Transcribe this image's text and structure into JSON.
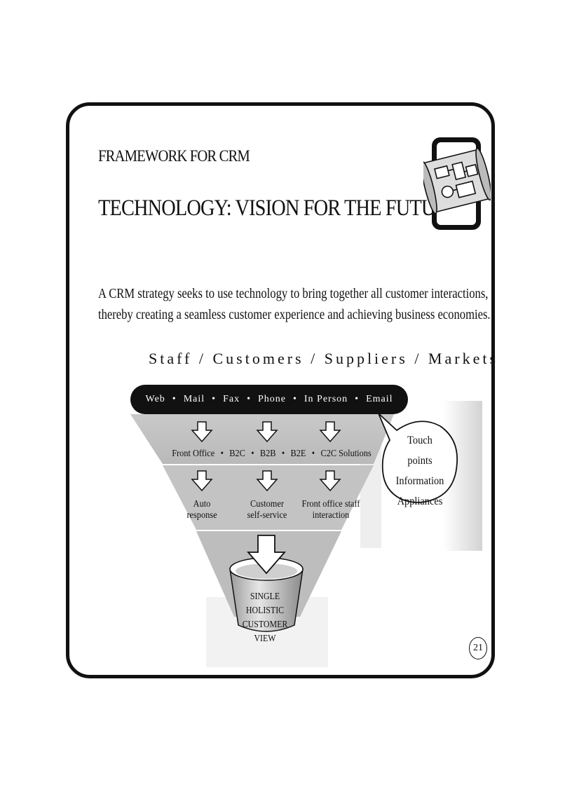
{
  "header": {
    "subtitle": "FRAMEWORK FOR CRM",
    "title": "TECHNOLOGY: VISION FOR THE FUTURE"
  },
  "intro": {
    "line1": "A CRM strategy seeks to use technology to bring together all customer interactions,",
    "line2": "thereby creating a seamless customer experience and achieving business economies."
  },
  "diagram": {
    "stakeholders": "Staff / Customers / Suppliers / Markets",
    "channels": [
      "Web",
      "Mail",
      "Fax",
      "Phone",
      "In Person",
      "Email"
    ],
    "separator": "•",
    "solutions": [
      "Front Office",
      "B2C",
      "B2B",
      "B2E",
      "C2C Solutions"
    ],
    "responses": [
      {
        "line1": "Auto",
        "line2": "response"
      },
      {
        "line1": "Customer",
        "line2": "self-service"
      },
      {
        "line1": "Front office staff",
        "line2": "interaction"
      }
    ],
    "callout": {
      "line1": "Touch points",
      "line2": "Information",
      "line3": "Appliances"
    },
    "bin": {
      "line1": "SINGLE HOLISTIC",
      "line2": "CUSTOMER VIEW"
    }
  },
  "page_number": "21",
  "icons": [
    "blueprint-scroll-icon",
    "down-arrow-icon"
  ]
}
